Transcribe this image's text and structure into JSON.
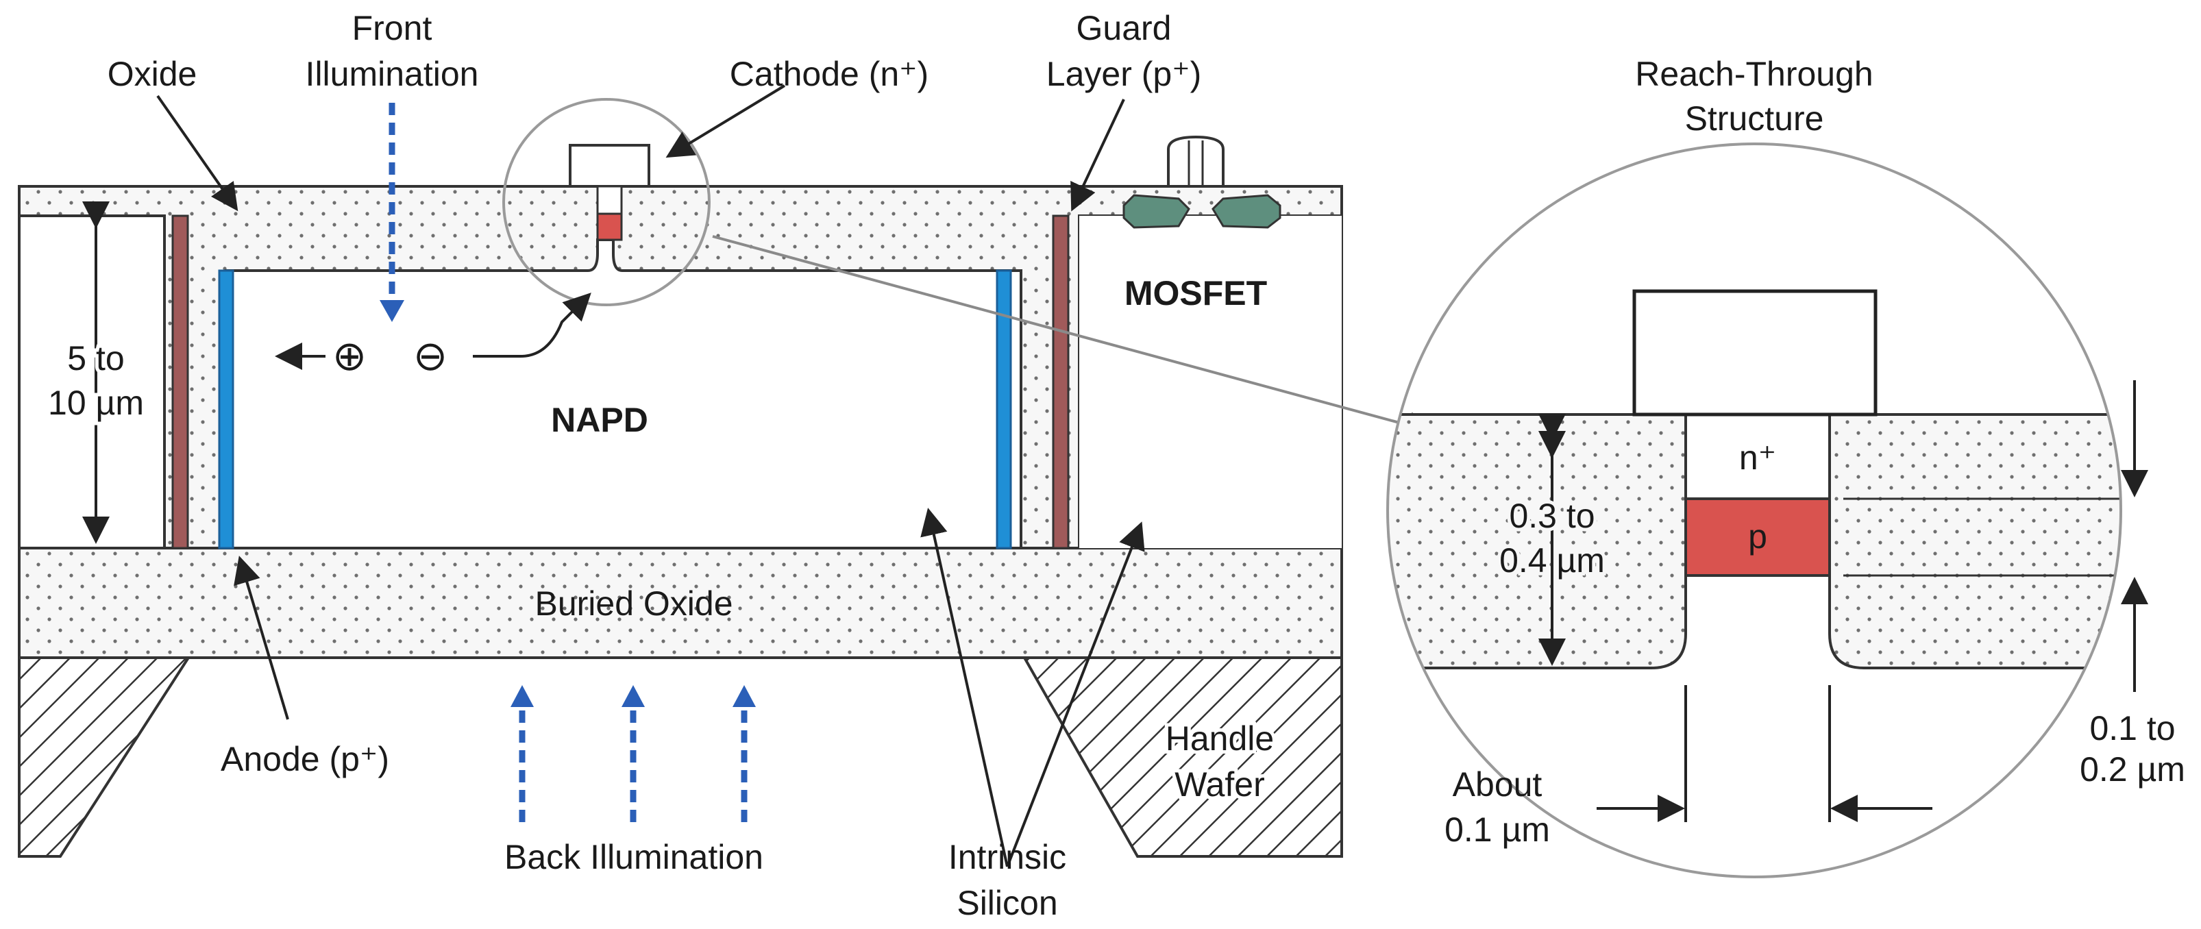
{
  "labels": {
    "oxide": "Oxide",
    "front_illumination_1": "Front",
    "front_illumination_2": "Illumination",
    "cathode": "Cathode (n⁺)",
    "guard_layer_1": "Guard",
    "guard_layer_2": "Layer (p⁺)",
    "reach_through_1": "Reach-Through",
    "reach_through_2": "Structure",
    "mosfet": "MOSFET",
    "thickness_1": "5 to",
    "thickness_2": "10 µm",
    "napd": "NAPD",
    "hole_symbol": "⊕",
    "electron_symbol": "⊖",
    "buried_oxide": "Buried Oxide",
    "anode": "Anode (p⁺)",
    "back_illumination": "Back Illumination",
    "intrinsic_silicon_1": "Intrinsic",
    "intrinsic_silicon_2": "Silicon",
    "handle_wafer_1": "Handle",
    "handle_wafer_2": "Wafer",
    "nplus": "n⁺",
    "p": "p",
    "depth_1": "0.3 to",
    "depth_2": "0.4 µm",
    "p_thickness_1": "0.1 to",
    "p_thickness_2": "0.2 µm",
    "width_1": "About",
    "width_2": "0.1 µm"
  },
  "colors": {
    "guard_layer": "#a05a5a",
    "anode": "#1f8fd6",
    "p_region": "#d9534f",
    "mosfet_gate": "#5e8f7e",
    "illumination_arrow": "#2b5fb8",
    "outline": "#333333",
    "zoom_circle": "#9a9a9a"
  }
}
